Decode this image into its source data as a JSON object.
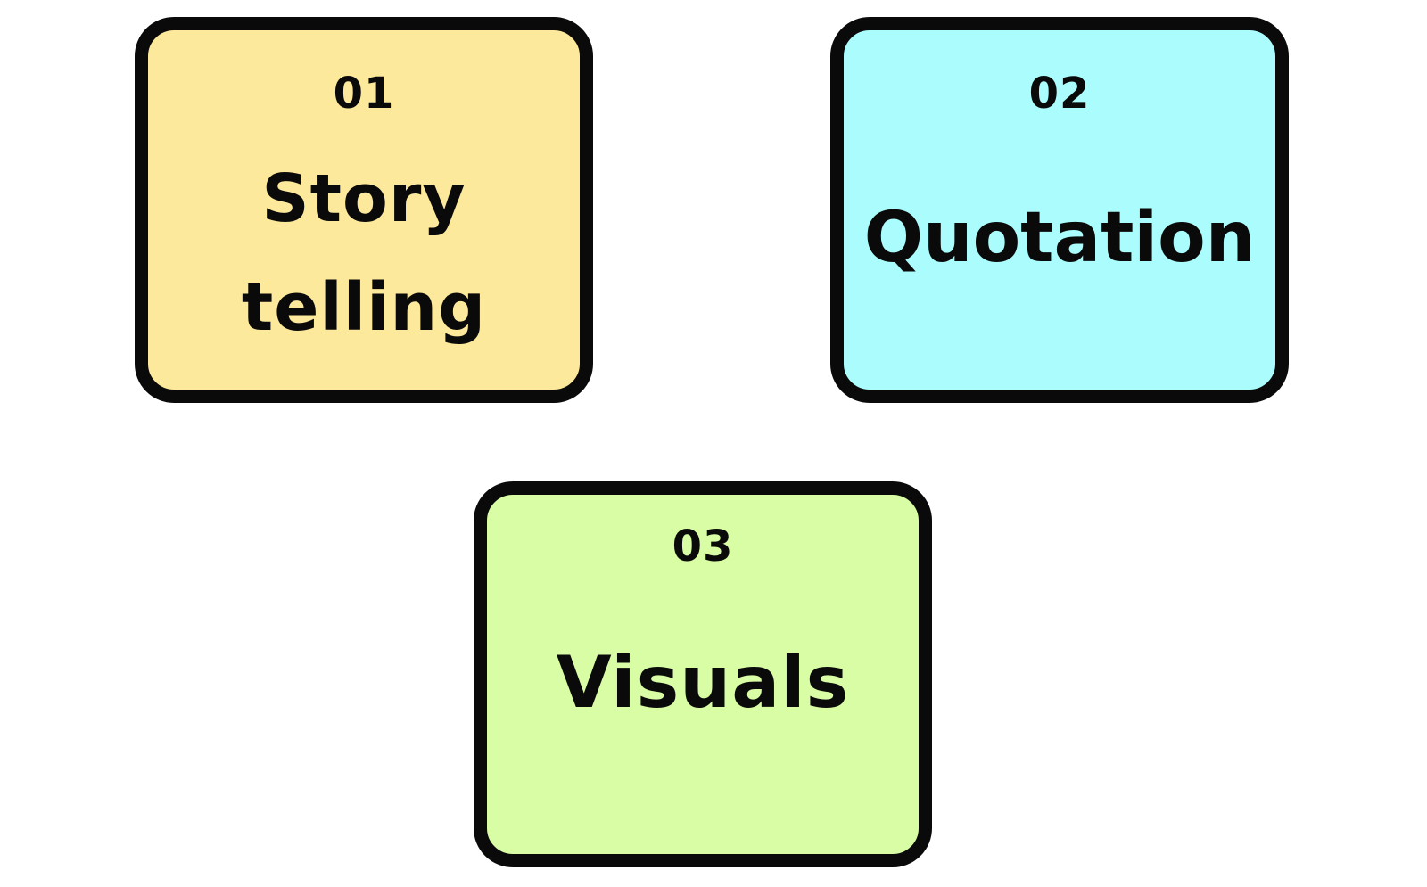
{
  "cards": [
    {
      "number": "01",
      "title": "Story\ntelling",
      "color": "#fde99b"
    },
    {
      "number": "02",
      "title": "Quotation",
      "color": "#abfdfd"
    },
    {
      "number": "03",
      "title": "Visuals",
      "color": "#d8fda5"
    }
  ],
  "border_color": "#0a0a0a"
}
